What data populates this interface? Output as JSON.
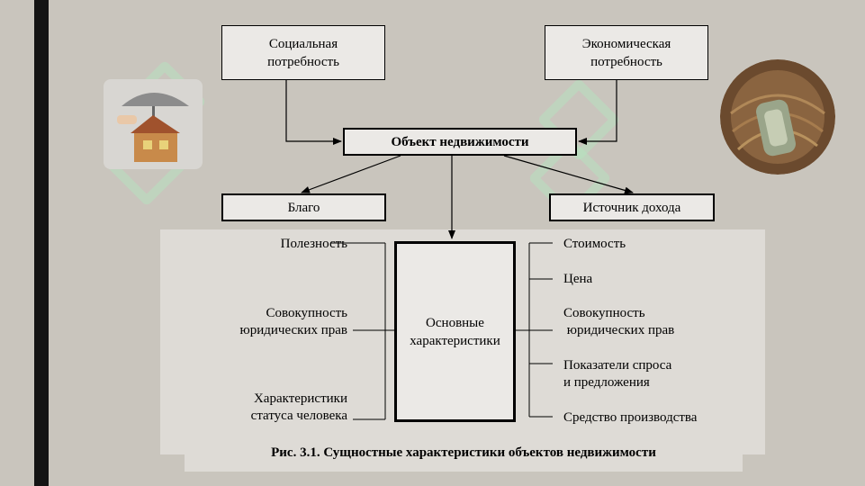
{
  "diagram": {
    "top_left": "Социальная\nпотребность",
    "top_right": "Экономическая\nпотребность",
    "center": "Объект недвижимости",
    "mid_left": "Благо",
    "mid_right": "Источник дохода",
    "core": "Основные\nхарактеристики",
    "left_items": [
      "Полезность",
      "Совокупность\nюридических прав",
      "Характеристики\nстатуса человека"
    ],
    "right_items": [
      "Стоимость",
      "Цена",
      "Совокупность\n юридических прав",
      "Показатели спроса\nи предложения",
      "Средство производства"
    ],
    "caption": "Рис. 3.1. Сущностные характеристики объектов недвижимости"
  },
  "icons": {
    "left_photo": "house-umbrella-icon",
    "right_photo": "money-nest-icon"
  },
  "colors": {
    "background": "#c9c5bd",
    "panel": "#dedbd6",
    "box_fill": "#ebe9e6",
    "watermark": "#b4e6be"
  }
}
